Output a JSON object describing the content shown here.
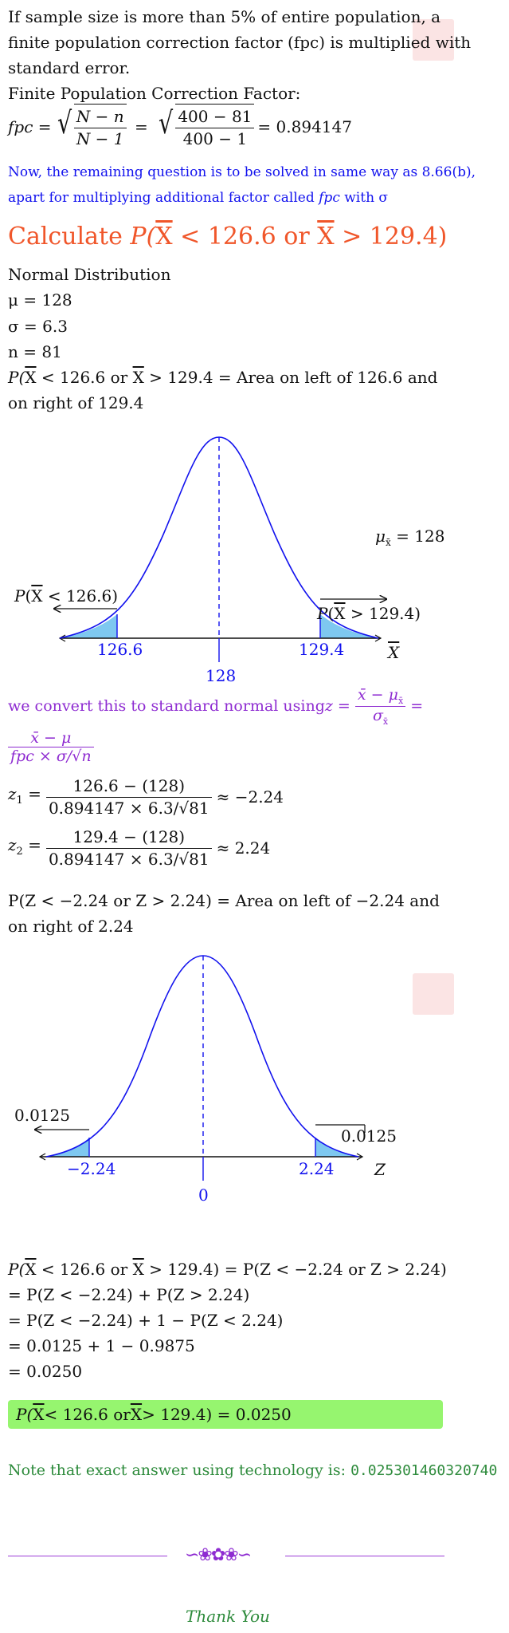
{
  "intro": {
    "line1": "If sample size is more than 5% of entire population, a",
    "line2": "finite population correction factor (fpc) is multiplied with",
    "line3": "standard error.",
    "fpc_title": "Finite Population Correction Factor:",
    "fpc_lhs": "fpc =",
    "fpc_num1": "N − n",
    "fpc_den1": "N − 1",
    "fpc_num2": "400 − 81",
    "fpc_den2": "400 − 1",
    "fpc_val": "= 0.894147"
  },
  "note": {
    "line1": "Now, the remaining question is to be solved in same way as 8.66(b),",
    "line2a": "apart for multiplying additional factor called ",
    "line2b": "fpc",
    "line2c": " with σ"
  },
  "heading": {
    "calc": "Calculate ",
    "expr_a": "P(",
    "xbar": "X",
    "expr_b": " < 126.6 or ",
    "expr_c": " > 129.4)"
  },
  "params": {
    "dist": "Normal Distribution",
    "mu": "μ = 128",
    "sigma": "σ = 6.3",
    "n": "n = 81",
    "prob_line1a": "P(",
    "prob_line1b": " < 126.6 or ",
    "prob_line1c": " > 129.4 = Area on left of 126.6 and",
    "prob_line2": "on right of 129.4"
  },
  "graph1": {
    "mu_label": "μ",
    "mu_sub": "x̄",
    "mu_eq": " = 128",
    "left_label": "P(X < 126.6)",
    "right_label": "P(X > 129.4)",
    "tick_left": "126.6",
    "tick_center": "128",
    "tick_right": "129.4",
    "axis_label": "X",
    "curve_color": "#1212ee",
    "shade_color": "#7ec8f0"
  },
  "standardize": {
    "line1": "we convert this to standard normal using ",
    "z_eq": "z =",
    "num1": "x̄ − μ",
    "num1_sub": "x̄",
    "den1": "σ",
    "den1_sub": "x̄",
    "eq2": "=",
    "num2": "x̄ − μ",
    "den2": "fpc × σ/√n",
    "z1_lhs": "z",
    "z1_sub": "1",
    "z1_num": "126.6 − (128)",
    "z1_den": "0.894147 × 6.3/√81",
    "z1_val": "≈ −2.24",
    "z2_lhs": "z",
    "z2_sub": "2",
    "z2_num": "129.4 − (128)",
    "z2_den": "0.894147 × 6.3/√81",
    "z2_val": "≈ 2.24",
    "area_line1": "P(Z < −2.24 or Z > 2.24) = Area on left of −2.24 and",
    "area_line2": "on right of 2.24"
  },
  "graph2": {
    "left_label": "0.0125",
    "right_label": "0.0125",
    "tick_left": "−2.24",
    "tick_center": "0",
    "tick_right": "2.24",
    "axis_label": "Z"
  },
  "result": {
    "line1a": "P(",
    "line1b": " < 126.6 or ",
    "line1c": " > 129.4) = P(Z < −2.24 or Z > 2.24)",
    "line2": "= P(Z < −2.24) + P(Z > 2.24)",
    "line3": "= P(Z < −2.24) + 1 − P(Z < 2.24)",
    "line4": "= 0.0125 + 1 − 0.9875",
    "line5": "= 0.0250",
    "box_a": "P(",
    "box_b": " < 126.6 or ",
    "box_c": " > 129.4) = 0.0250"
  },
  "footer": {
    "tech_note": "Note that exact answer using technology is: ",
    "tech_value": "0.025301460320740",
    "ornament": "∽❀✿❀∽",
    "thanks": "Thank You"
  }
}
